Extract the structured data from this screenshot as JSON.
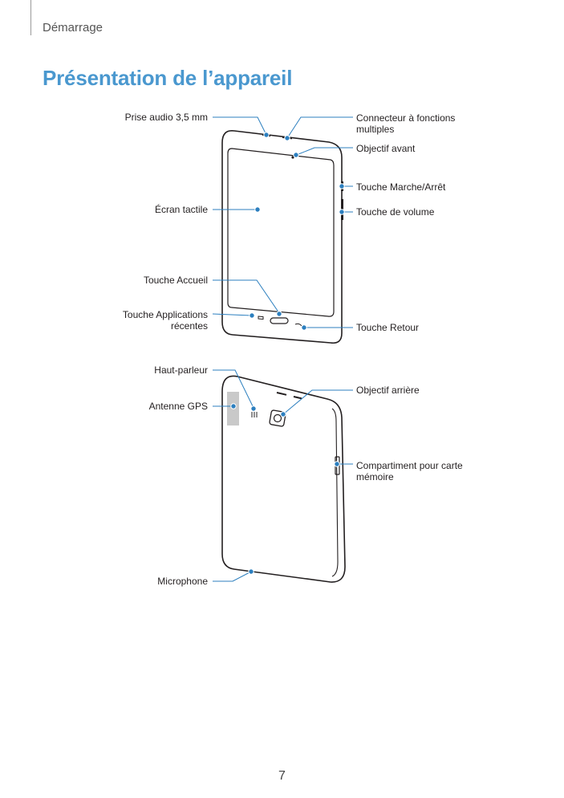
{
  "header": {
    "section": "Démarrage"
  },
  "title": "Présentation de l’appareil",
  "front_labels": {
    "audio_jack": "Prise audio 3,5 mm",
    "multi_connector_line1": "Connecteur à fonctions",
    "multi_connector_line2": "multiples",
    "front_camera": "Objectif avant",
    "power_key": "Touche Marche/Arrêt",
    "volume_key": "Touche de volume",
    "touchscreen": "Écran tactile",
    "home_key": "Touche Accueil",
    "recent_apps_line1": "Touche Applications",
    "recent_apps_line2": "récentes",
    "back_key": "Touche Retour"
  },
  "back_labels": {
    "speaker": "Haut-parleur",
    "rear_camera": "Objectif arrière",
    "gps_antenna": "Antenne GPS",
    "memory_card_line1": "Compartiment pour carte",
    "memory_card_line2": "mémoire",
    "microphone": "Microphone"
  },
  "footer": {
    "page_number": "7"
  },
  "colors": {
    "accent": "#4a98cf",
    "callout_line": "#2c7fbf",
    "device_outline": "#231f20"
  }
}
